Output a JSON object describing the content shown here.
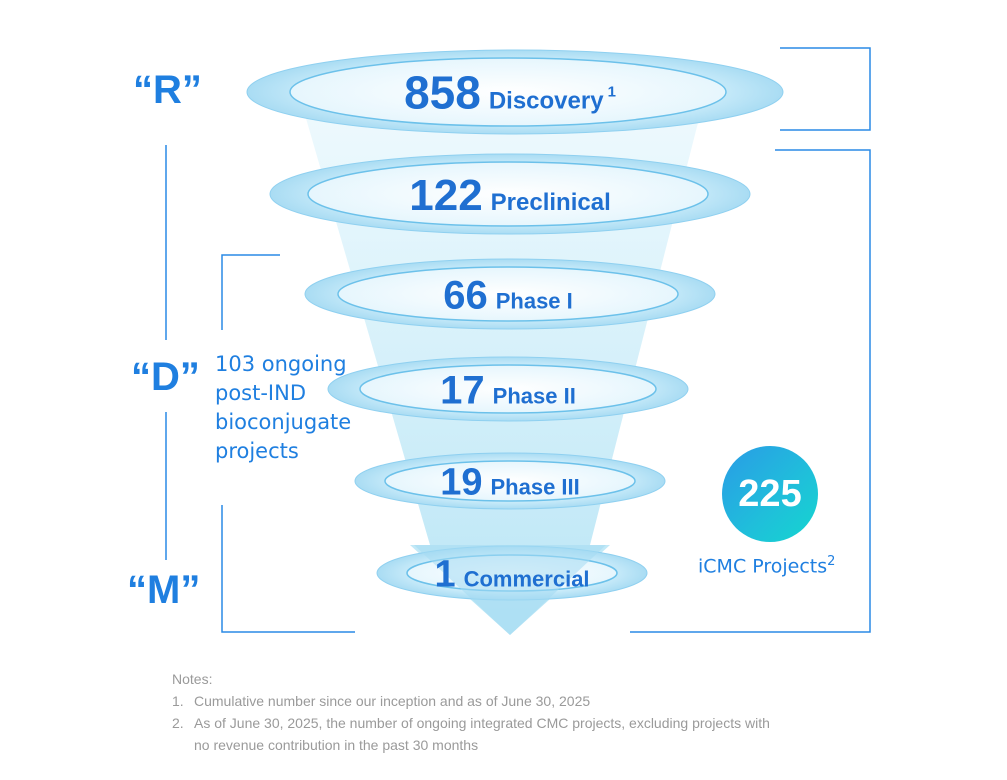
{
  "letters": {
    "r": "“R”",
    "d": "“D”",
    "m": "“M”"
  },
  "stages": [
    {
      "value": "858",
      "label": "Discovery",
      "sup": "1"
    },
    {
      "value": "122",
      "label": "Preclinical",
      "sup": ""
    },
    {
      "value": "66",
      "label": "Phase I",
      "sup": ""
    },
    {
      "value": "17",
      "label": "Phase II",
      "sup": ""
    },
    {
      "value": "19",
      "label": "Phase III",
      "sup": ""
    },
    {
      "value": "1",
      "label": "Commercial",
      "sup": ""
    }
  ],
  "side_note": {
    "lines": [
      "103 ongoing",
      "post-IND",
      "bioconjugate",
      "projects"
    ]
  },
  "icmc": {
    "value": "225",
    "label": "iCMC Projects",
    "sup": "2"
  },
  "notes": {
    "title": "Notes:",
    "items": [
      {
        "num": "1.",
        "lines": [
          "Cumulative number since our inception and as of June 30, 2025"
        ]
      },
      {
        "num": "2.",
        "lines": [
          "As of June 30, 2025, the number of ongoing integrated CMC projects, excluding projects with",
          "no revenue contribution in the past 30 months"
        ]
      }
    ]
  },
  "colors": {
    "accent": "#1f7fe0",
    "stage_text": "#1f6fd1",
    "ring_outer": "#d6f0fb",
    "ring_mid": "#bfe6f8",
    "ring_edge": "#8fd0f0",
    "funnel_top": "#e8f7fd",
    "funnel_bottom": "#bfe8f6",
    "notes_text": "#9a9a9a"
  }
}
